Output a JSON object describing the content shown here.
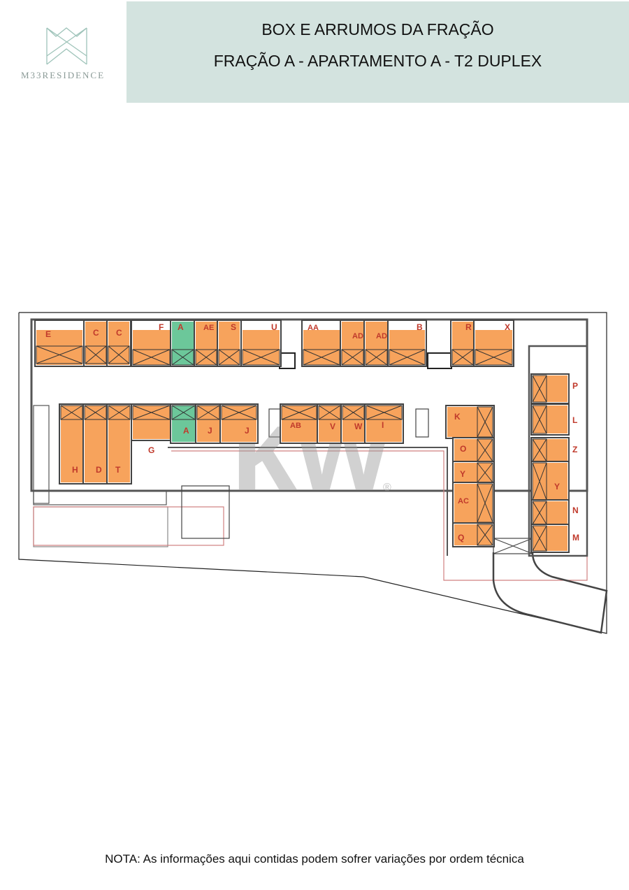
{
  "logo": {
    "text": "M33RESIDENCE"
  },
  "header": {
    "title": "BOX E ARRUMOS DA FRAÇÃO",
    "subtitle": "FRAÇÃO A - APARTAMENTO A - T2 DUPLEX"
  },
  "watermark": {
    "text": "kw",
    "mark": "®"
  },
  "colors": {
    "header_bg": "#d3e3df",
    "other_unit": "#f7a35c",
    "selected_unit": "#6cc79a",
    "unit_letter": "#c0392b"
  },
  "plan": {
    "units": [
      {
        "label": "E",
        "selected": false
      },
      {
        "label": "C",
        "selected": false
      },
      {
        "label": "C",
        "selected": false
      },
      {
        "label": "F",
        "selected": false
      },
      {
        "label": "A",
        "selected": true
      },
      {
        "label": "AE",
        "selected": false
      },
      {
        "label": "S",
        "selected": false
      },
      {
        "label": "U",
        "selected": false
      },
      {
        "label": "AA",
        "selected": false
      },
      {
        "label": "AD",
        "selected": false
      },
      {
        "label": "AD",
        "selected": false
      },
      {
        "label": "B",
        "selected": false
      },
      {
        "label": "R",
        "selected": false
      },
      {
        "label": "X",
        "selected": false
      },
      {
        "label": "H",
        "selected": false
      },
      {
        "label": "D",
        "selected": false
      },
      {
        "label": "T",
        "selected": false
      },
      {
        "label": "G",
        "selected": false
      },
      {
        "label": "A",
        "selected": true
      },
      {
        "label": "J",
        "selected": false
      },
      {
        "label": "J",
        "selected": false
      },
      {
        "label": "AB",
        "selected": false
      },
      {
        "label": "V",
        "selected": false
      },
      {
        "label": "W",
        "selected": false
      },
      {
        "label": "I",
        "selected": false
      },
      {
        "label": "K",
        "selected": false
      },
      {
        "label": "O",
        "selected": false
      },
      {
        "label": "Y",
        "selected": false
      },
      {
        "label": "AC",
        "selected": false
      },
      {
        "label": "Q",
        "selected": false
      },
      {
        "label": "P",
        "selected": false
      },
      {
        "label": "L",
        "selected": false
      },
      {
        "label": "Z",
        "selected": false
      },
      {
        "label": "Y",
        "selected": false
      },
      {
        "label": "N",
        "selected": false
      },
      {
        "label": "M",
        "selected": false
      }
    ]
  },
  "note": "NOTA: As informações aqui contidas podem sofrer variações por ordem técnica"
}
